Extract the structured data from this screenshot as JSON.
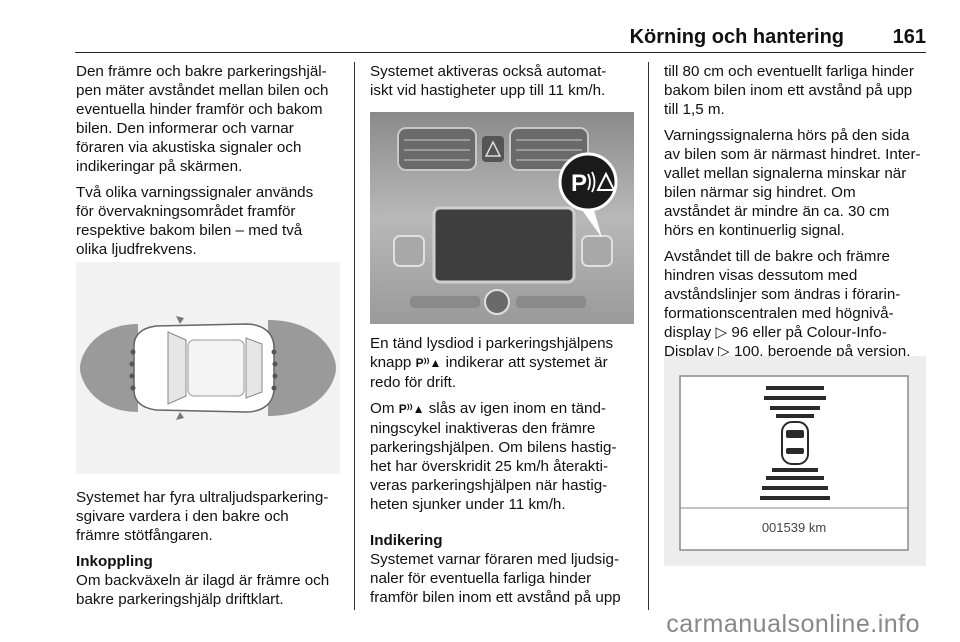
{
  "header": {
    "section": "Körning och hantering",
    "page_number": "161"
  },
  "col1": {
    "p1": "Den främre och bakre parkeringshjäl-\npen mäter avståndet mellan bilen och\neventuella hinder framför och bakom\nbilen. Den informerar och varnar\nföraren via akustiska signaler och\nindikeringar på skärmen.",
    "p2": "Två olika varningssignaler används\nför övervakningsområdet framför\nrespektive bakom bilen – med två\nolika ljudfrekvens.",
    "p3": "Systemet har fyra ultraljudsparkering-\nsgivare vardera i den bakre och\nfrämre stötfångaren.",
    "h_inkoppling": "Inkoppling",
    "p4": "Om backväxeln är ilagd är främre och\nbakre parkeringshjälp driftklart."
  },
  "col2": {
    "p1": "Systemet aktiveras också automat-\niskt vid hastigheter upp till 11 km/h.",
    "button_label": "P",
    "p2_a": "En tänd lysdiod i parkeringshjälpens\nknapp ",
    "p2_b": " indikerar att systemet är\nredo för drift.",
    "p3_a": "Om ",
    "p3_b": " slås av igen inom en tänd-\nningscykel inaktiveras den främre\nparkeringshjälpen. Om bilens hastig-\nhet har överskridit 25 km/h återakti-\nveras parkeringshjälpen när hastig-\nheten sjunker under 11 km/h.",
    "h_indikering": "Indikering",
    "p4": "Systemet varnar föraren med ljudsig-\nnaler för eventuella farliga hinder\nframför bilen inom ett avstånd på upp"
  },
  "col3": {
    "p1": "till 80 cm och eventuellt farliga hinder\nbakom bilen inom ett avstånd på upp\ntill 1,5 m.",
    "p2": "Varningssignalerna hörs på den sida\nav bilen som är närmast hindret. Inter-\nvallet mellan signalerna minskar när\nbilen närmar sig hindret. Om\navståndet är mindre än ca. 30 cm\nhörs en kontinuerlig signal.",
    "p3_a": "Avståndet till de bakre och främre\nhindren visas dessutom med\navståndslinjer som ändras i förarin-\nformationscentralen med högnivå-\ndisplay ",
    "ref1": "96",
    "p3_b": " eller på Colour-Info-\nDisplay ",
    "ref2": "100",
    "p3_c": ", beroende på version.",
    "display_odometer": "001539 km"
  },
  "watermark": "carmanualsonline.info",
  "icon_names": [
    "park-assist-icon",
    "reference-arrow-icon"
  ]
}
